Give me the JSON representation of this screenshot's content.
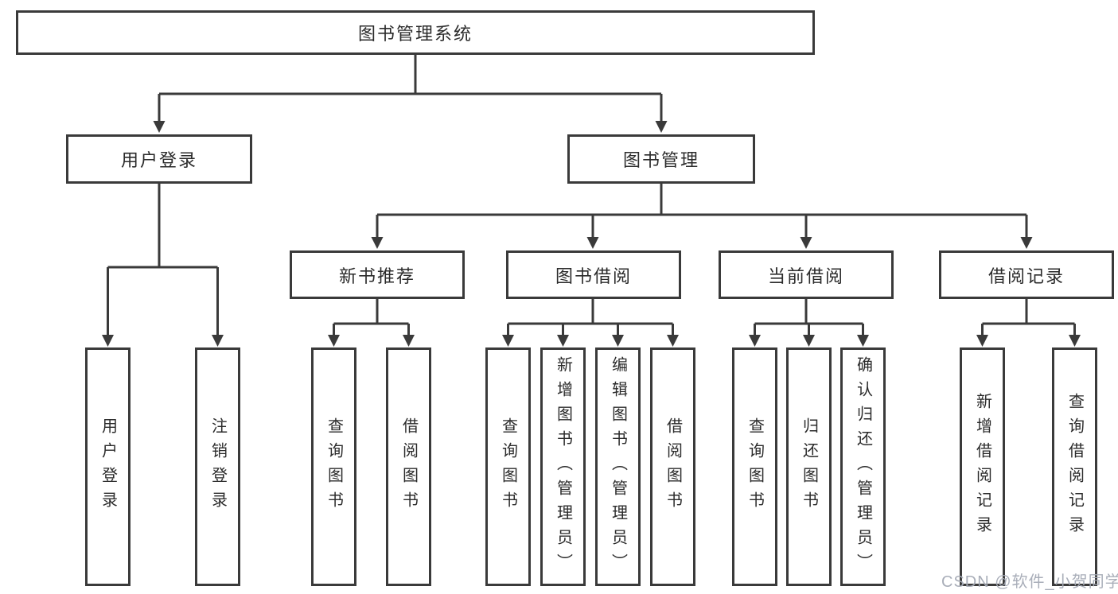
{
  "root": {
    "label": "图书管理系统"
  },
  "level2": [
    {
      "label": "用户登录"
    },
    {
      "label": "图书管理"
    }
  ],
  "level3": [
    {
      "label": "新书推荐",
      "parent": "图书管理"
    },
    {
      "label": "图书借阅",
      "parent": "图书管理"
    },
    {
      "label": "当前借阅",
      "parent": "图书管理"
    },
    {
      "label": "借阅记录",
      "parent": "图书管理"
    }
  ],
  "leaves": [
    {
      "label": "用户登录",
      "parent": "用户登录"
    },
    {
      "label": "注销登录",
      "parent": "用户登录"
    },
    {
      "label": "查询图书",
      "parent": "新书推荐"
    },
    {
      "label": "借阅图书",
      "parent": "新书推荐"
    },
    {
      "label": "查询图书",
      "parent": "图书借阅"
    },
    {
      "label": "新增图书（管理员）",
      "parent": "图书借阅"
    },
    {
      "label": "编辑图书（管理员）",
      "parent": "图书借阅"
    },
    {
      "label": "借阅图书",
      "parent": "图书借阅"
    },
    {
      "label": "查询图书",
      "parent": "当前借阅"
    },
    {
      "label": "归还图书",
      "parent": "当前借阅"
    },
    {
      "label": "确认归还（管理员）",
      "parent": "当前借阅"
    },
    {
      "label": "新增借阅记录",
      "parent": "借阅记录"
    },
    {
      "label": "查询借阅记录",
      "parent": "借阅记录"
    }
  ],
  "watermark": "CSDN @软件_小贺同学",
  "colors": {
    "line": "#3a3a3a",
    "text": "#2b2b2b",
    "background": "#ffffff",
    "watermark": "#a4aab5"
  }
}
